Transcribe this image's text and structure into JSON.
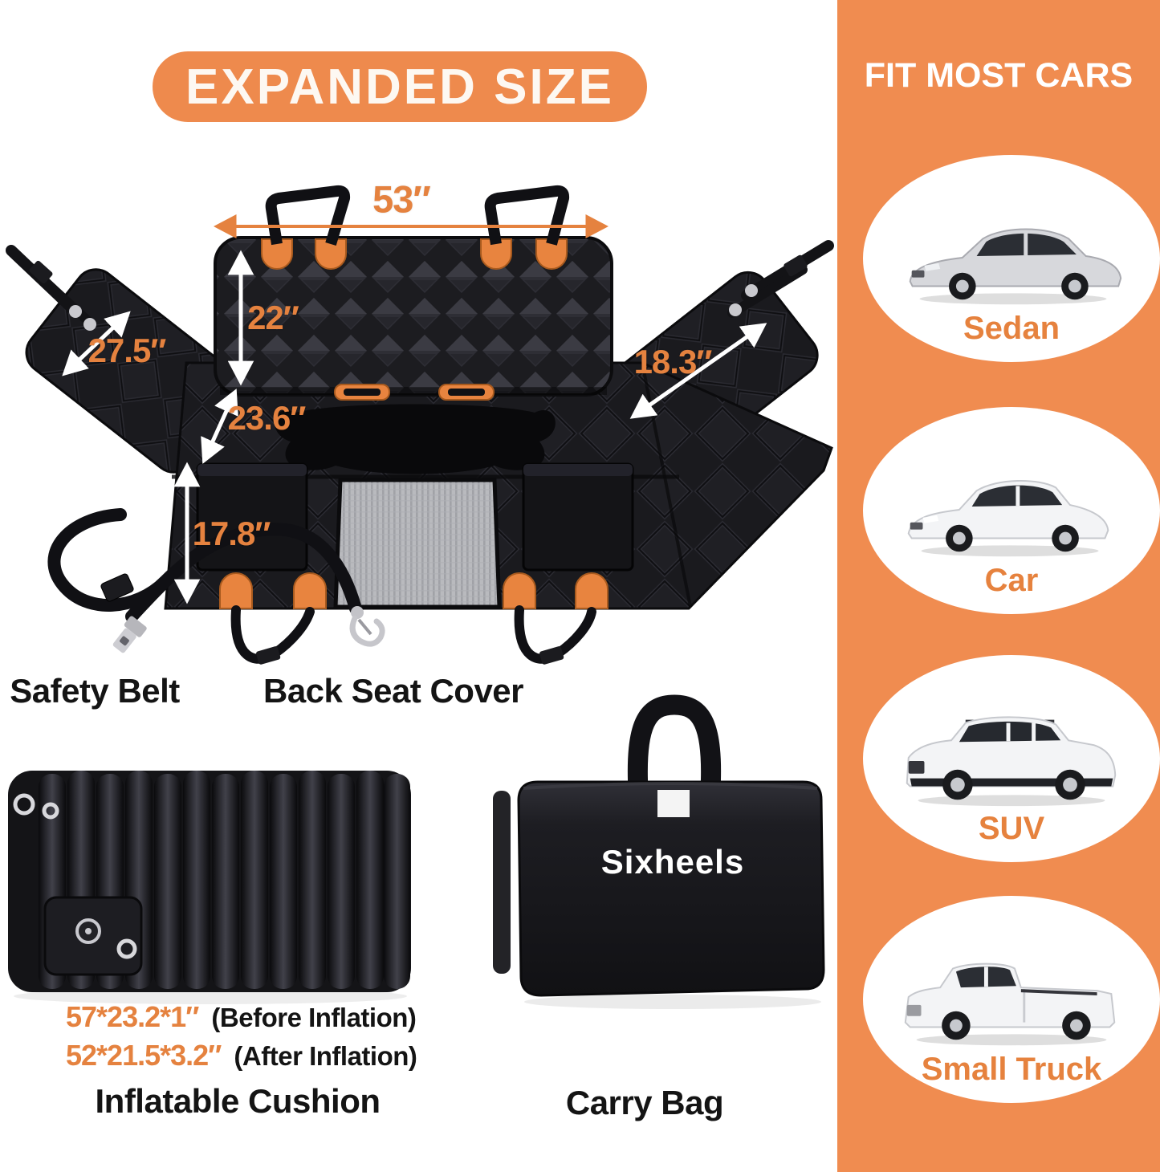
{
  "badge": {
    "label": "EXPANDED SIZE"
  },
  "measurements": {
    "top_width": "53″",
    "backrest_height": "22″",
    "left_flap_width": "27.5″",
    "right_flap_width": "18.3″",
    "seat_depth": "23.6″",
    "front_drop": "17.8″"
  },
  "items": {
    "safety_belt": "Safety Belt",
    "back_seat_cover": "Back Seat Cover",
    "inflatable_cushion": "Inflatable Cushion",
    "carry_bag": "Carry Bag",
    "brand": "Sixheels"
  },
  "cushion_specs": [
    {
      "size": "57*23.2*1″",
      "note": "(Before Inflation)"
    },
    {
      "size": "52*21.5*3.2″",
      "note": "(After Inflation)"
    }
  ],
  "sidebar": {
    "title": "FIT MOST CARS",
    "vehicles": [
      {
        "label": "Sedan"
      },
      {
        "label": "Car"
      },
      {
        "label": "SUV"
      },
      {
        "label": "Small Truck"
      }
    ]
  },
  "colors": {
    "accent_orange": "#EE8A4D",
    "sidebar_orange": "#F08C50",
    "measure_orange": "#E5823F",
    "vehicle_label_orange": "#E6823E",
    "tab_orange": "#E8843F",
    "product_black": "#1a1a1e",
    "mesh_gray": "#b9babe"
  }
}
